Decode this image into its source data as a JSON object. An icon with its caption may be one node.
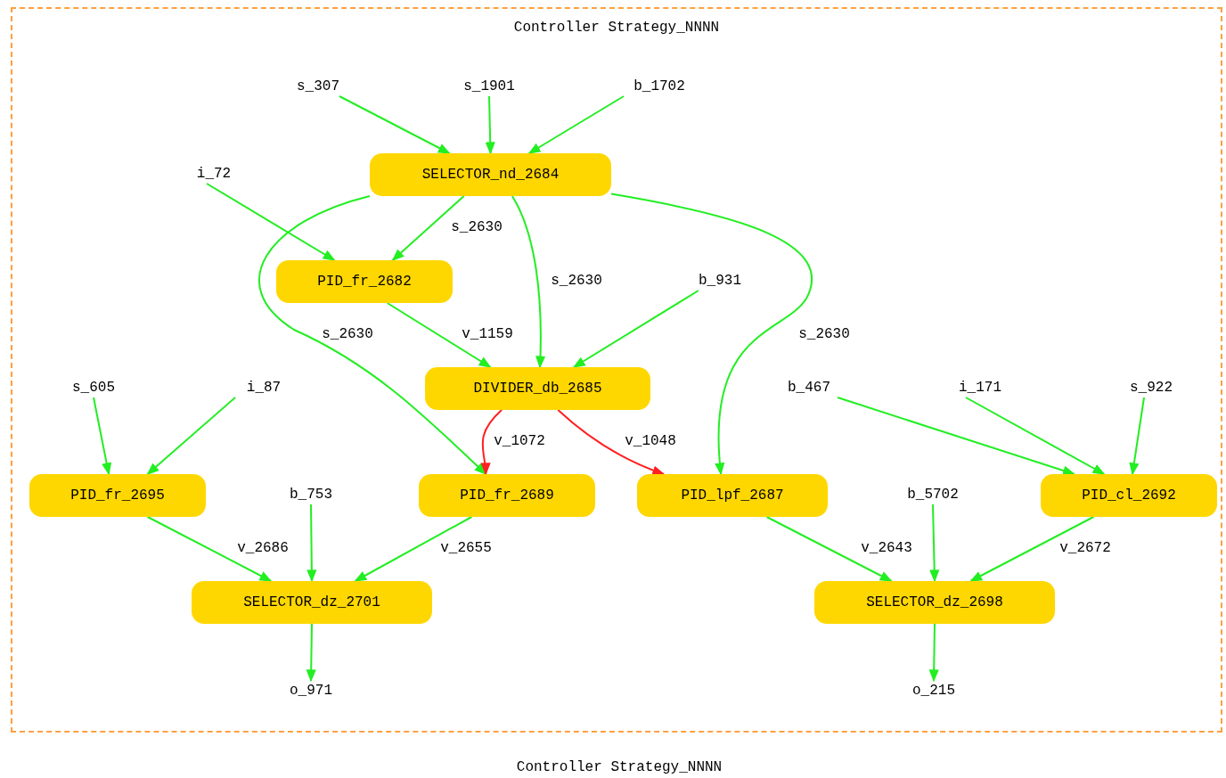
{
  "diagram": {
    "caption": "Controller Strategy_NNNN",
    "nodes": [
      {
        "text": [
          "Controller Strategy_NNNN"
        ]
      },
      {
        "text": [
          "s_307"
        ],
        "in": 0
      },
      {
        "text": [
          "s_1901"
        ],
        "in": 0
      },
      {
        "text": [
          "b_1702"
        ],
        "in": 0
      },
      {
        "text": [
          "SELECTOR_nd_2684"
        ],
        "in": 0
      },
      {
        "text": [
          "i_72"
        ],
        "in": 0
      },
      {
        "text": [
          "PID_fr_2682"
        ],
        "in": 0
      },
      {
        "text": [
          "b_931"
        ],
        "in": 0
      },
      {
        "text": [
          "DIVIDER_db_2685"
        ],
        "in": 0
      },
      {
        "text": [
          "s_605"
        ],
        "in": 0
      },
      {
        "text": [
          "i_87"
        ],
        "in": 0
      },
      {
        "text": [
          "b_467"
        ],
        "in": 0
      },
      {
        "text": [
          "i_171"
        ],
        "in": 0
      },
      {
        "text": [
          "s_922"
        ],
        "in": 0
      },
      {
        "text": [
          "PID_fr_2695"
        ],
        "in": 0
      },
      {
        "text": [
          "b_753"
        ],
        "in": 0
      },
      {
        "text": [
          "PID_fr_2689"
        ],
        "in": 0
      },
      {
        "text": [
          "PID_lpf_2687"
        ],
        "in": 0
      },
      {
        "text": [
          "b_5702"
        ],
        "in": 0
      },
      {
        "text": [
          "PID_cl_2692"
        ],
        "in": 0
      },
      {
        "text": [
          "SELECTOR_dz_2701"
        ],
        "in": 0
      },
      {
        "text": [
          "SELECTOR_dz_2698"
        ],
        "in": 0
      },
      {
        "text": [
          "o_971"
        ],
        "in": 0
      },
      {
        "text": [
          "o_215"
        ],
        "in": 0
      }
    ],
    "edges": [
      {
        "from": 1,
        "to": 4,
        "arrow": "to"
      },
      {
        "from": 2,
        "to": 4,
        "arrow": "to"
      },
      {
        "from": 3,
        "to": 4,
        "arrow": "to"
      },
      {
        "from": 5,
        "to": 6,
        "arrow": "to"
      },
      {
        "from": 4,
        "to": 6,
        "arrow": "to",
        "label": "s_2630"
      },
      {
        "from": 4,
        "to": 16,
        "arrow": "to",
        "label": "s_2630"
      },
      {
        "from": 4,
        "to": 8,
        "arrow": "to",
        "label": "s_2630"
      },
      {
        "from": 4,
        "to": 17,
        "arrow": "to",
        "label": "s_2630"
      },
      {
        "from": 6,
        "to": 8,
        "arrow": "to",
        "label": "v_1159"
      },
      {
        "from": 7,
        "to": 8,
        "arrow": "to"
      },
      {
        "from": 8,
        "to": 16,
        "arrow": "to",
        "label": "v_1072",
        "color": "#ff2020"
      },
      {
        "from": 8,
        "to": 17,
        "arrow": "to",
        "label": "v_1048",
        "color": "#ff2020"
      },
      {
        "from": 9,
        "to": 14,
        "arrow": "to"
      },
      {
        "from": 10,
        "to": 14,
        "arrow": "to"
      },
      {
        "from": 11,
        "to": 19,
        "arrow": "to"
      },
      {
        "from": 12,
        "to": 19,
        "arrow": "to"
      },
      {
        "from": 13,
        "to": 19,
        "arrow": "to"
      },
      {
        "from": 14,
        "to": 20,
        "arrow": "to",
        "label": "v_2686"
      },
      {
        "from": 15,
        "to": 20,
        "arrow": "to"
      },
      {
        "from": 16,
        "to": 20,
        "arrow": "to",
        "label": "v_2655"
      },
      {
        "from": 17,
        "to": 21,
        "arrow": "to",
        "label": "v_2643"
      },
      {
        "from": 18,
        "to": 21,
        "arrow": "to"
      },
      {
        "from": 19,
        "to": 21,
        "arrow": "to",
        "label": "v_2672"
      },
      {
        "from": 20,
        "to": 22,
        "arrow": "to"
      },
      {
        "from": 21,
        "to": 23,
        "arrow": "to"
      }
    ]
  }
}
